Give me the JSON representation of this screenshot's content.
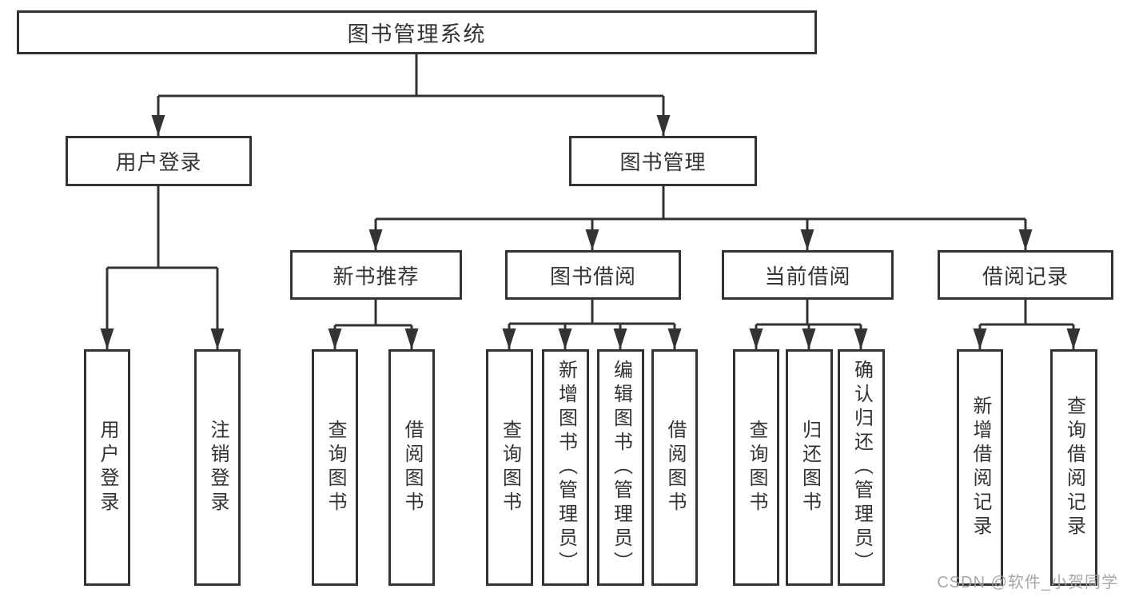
{
  "nodes": {
    "root": "图书管理系统",
    "user_login": "用户登录",
    "book_mgmt": "图书管理",
    "new_book_rec": "新书推荐",
    "book_borrow": "图书借阅",
    "current_borrow": "当前借阅",
    "borrow_record": "借阅记录",
    "leaf_user_login": "用户登录",
    "leaf_logout": "注销登录",
    "leaf_nbr_query": "查询图书",
    "leaf_nbr_borrow": "借阅图书",
    "leaf_bb_query": "查询图书",
    "leaf_bb_add": "新增图书（管理员）",
    "leaf_bb_edit": "编辑图书（管理员）",
    "leaf_bb_borrow": "借阅图书",
    "leaf_cb_query": "查询图书",
    "leaf_cb_return": "归还图书",
    "leaf_cb_confirm": "确认归还（管理员）",
    "leaf_br_add": "新增借阅记录",
    "leaf_br_query": "查询借阅记录"
  },
  "hierarchy": {
    "图书管理系统": {
      "用户登录": [
        "用户登录",
        "注销登录"
      ],
      "图书管理": {
        "新书推荐": [
          "查询图书",
          "借阅图书"
        ],
        "图书借阅": [
          "查询图书",
          "新增图书（管理员）",
          "编辑图书（管理员）",
          "借阅图书"
        ],
        "当前借阅": [
          "查询图书",
          "归还图书",
          "确认归还（管理员）"
        ],
        "借阅记录": [
          "新增借阅记录",
          "查询借阅记录"
        ]
      }
    }
  },
  "watermark": "CSDN @软件_小贺同学",
  "colors": {
    "line": "#333333",
    "text": "#333333",
    "box_background": "#ffffff",
    "page_background": "#ffffff",
    "watermark": "#a0a0a0"
  }
}
